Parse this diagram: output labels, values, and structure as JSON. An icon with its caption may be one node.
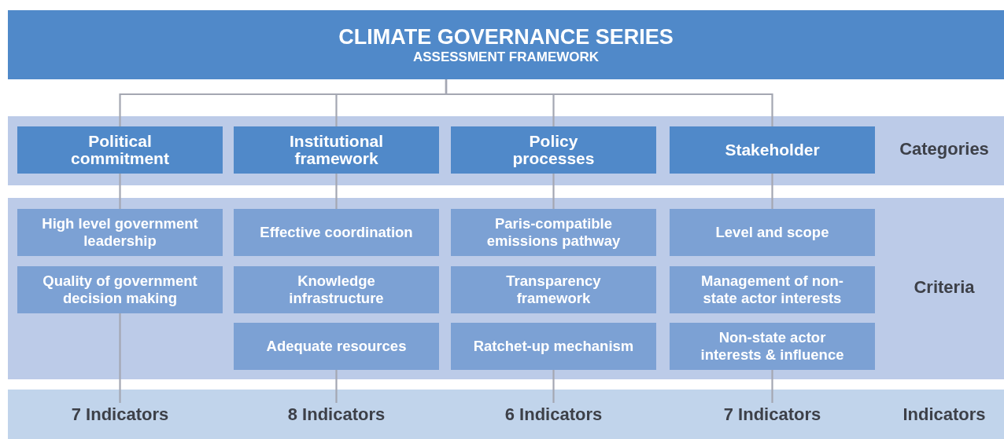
{
  "diagram": {
    "nodes": [
      {
        "text": [
          "CLIMATE GOVERNANCE SERIES",
          "ASSESSMENT FRAMEWORK"
        ]
      },
      {
        "text": [
          "Categories"
        ]
      },
      {
        "text": [
          "Political commitment"
        ],
        "in": 1
      },
      {
        "text": [
          "Institutional framework"
        ],
        "in": 1
      },
      {
        "text": [
          "Policy processes"
        ],
        "in": 1
      },
      {
        "text": [
          "Stakeholder"
        ],
        "in": 1
      },
      {
        "text": [
          "Criteria"
        ]
      },
      {
        "text": [
          "High level government leadership"
        ],
        "in": 6
      },
      {
        "text": [
          "Effective coordination"
        ],
        "in": 6
      },
      {
        "text": [
          "Paris-compatible emissions pathway"
        ],
        "in": 6
      },
      {
        "text": [
          "Level and scope"
        ],
        "in": 6
      },
      {
        "text": [
          "Quality of government decision making"
        ],
        "in": 6
      },
      {
        "text": [
          "Knowledge infrastructure"
        ],
        "in": 6
      },
      {
        "text": [
          "Transparency framework"
        ],
        "in": 6
      },
      {
        "text": [
          "Management of non-state actor interests"
        ],
        "in": 6
      },
      {
        "text": [
          "Adequate resources"
        ],
        "in": 6
      },
      {
        "text": [
          "Ratchet-up mechanism"
        ],
        "in": 6
      },
      {
        "text": [
          "Non-state actor interests & influence"
        ],
        "in": 6
      },
      {
        "text": [
          "Indicators"
        ]
      },
      {
        "text": [
          "7 Indicators"
        ],
        "in": 18
      },
      {
        "text": [
          "8 Indicators"
        ],
        "in": 18
      },
      {
        "text": [
          "6 Indicators"
        ],
        "in": 18
      },
      {
        "text": [
          "7 Indicators"
        ],
        "in": 18
      }
    ],
    "edges": [
      {
        "from": 0,
        "to": 2,
        "arrow": "none"
      },
      {
        "from": 0,
        "to": 3,
        "arrow": "none"
      },
      {
        "from": 0,
        "to": 4,
        "arrow": "none"
      },
      {
        "from": 0,
        "to": 5,
        "arrow": "none"
      },
      {
        "from": 2,
        "to": 7,
        "arrow": "none"
      },
      {
        "from": 3,
        "to": 8,
        "arrow": "none"
      },
      {
        "from": 4,
        "to": 9,
        "arrow": "none"
      },
      {
        "from": 5,
        "to": 10,
        "arrow": "none"
      },
      {
        "from": 11,
        "to": 19,
        "arrow": "none"
      },
      {
        "from": 15,
        "to": 20,
        "arrow": "none"
      },
      {
        "from": 16,
        "to": 21,
        "arrow": "none"
      },
      {
        "from": 17,
        "to": 22,
        "arrow": "none"
      }
    ]
  }
}
